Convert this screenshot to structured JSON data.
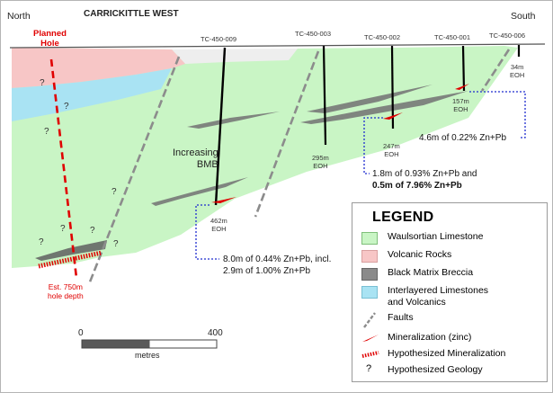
{
  "header": {
    "north": "North",
    "section_title": "CARRICKITTLE WEST",
    "south": "South"
  },
  "planned_hole": {
    "label_line1": "Planned",
    "label_line2": "Hole",
    "depth_line1": "Est. 750m",
    "depth_line2": "hole depth"
  },
  "drillholes": [
    {
      "id": "TC-450-009",
      "depth": "462m",
      "eoh": "EOH"
    },
    {
      "id": "TC-450-003",
      "depth": "295m",
      "eoh": "EOH"
    },
    {
      "id": "TC-450-002",
      "depth": "247m",
      "eoh": "EOH"
    },
    {
      "id": "TC-450-001",
      "depth": "157m",
      "eoh": "EOH"
    },
    {
      "id": "TC-450-006",
      "depth": "34m",
      "eoh": "EOH"
    }
  ],
  "annotations": {
    "bmb_line1": "Increasing",
    "bmb_line2": "BMB",
    "result_009_line1": "8.0m of 0.44% Zn+Pb, incl.",
    "result_009_line2": "2.9m of 1.00% Zn+Pb",
    "result_002_line1": "1.8m of 0.93% Zn+Pb and",
    "result_002_line2": "0.5m of 7.96% Zn+Pb",
    "result_001": "4.6m of 0.22% Zn+Pb",
    "question_mark": "?"
  },
  "scale_bar": {
    "start": "0",
    "end": "400",
    "unit": "metres"
  },
  "legend": {
    "title": "LEGEND",
    "items": [
      {
        "label": "Waulsortian Limestone",
        "color": "#c9f5c5"
      },
      {
        "label": "Volcanic Rocks",
        "color": "#f7c6c6"
      },
      {
        "label": "Black Matrix Breccia",
        "color": "#8a8a8a"
      },
      {
        "label": "Interlayered Limestones",
        "label2": "and Volcanics",
        "color": "#a9e3f3"
      },
      {
        "label": "Faults"
      },
      {
        "label": "Mineralization (zinc)",
        "color": "#e00000"
      },
      {
        "label": "Hypothesized Mineralization",
        "color": "#e00000"
      },
      {
        "label": "Hypothesized Geology",
        "symbol": "?"
      }
    ]
  },
  "colors": {
    "limestone": "#c9f5c5",
    "volcanic": "#f7c6c6",
    "interlayered": "#a9e3f3",
    "bmb": "#7f857f",
    "fault": "#8c8c8c",
    "mineral": "#e00000",
    "annotation_box": "#1f2ccf"
  }
}
